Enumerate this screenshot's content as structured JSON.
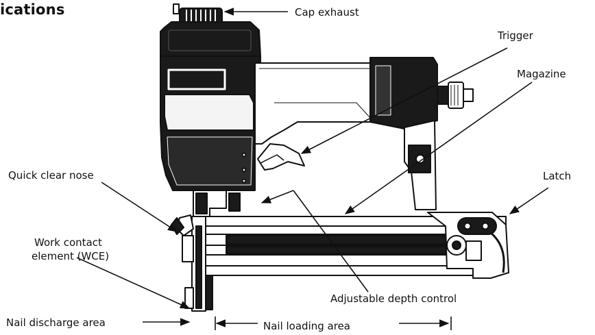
{
  "heading": "ications",
  "callouts": {
    "cap_exhaust": "Cap exhaust",
    "trigger": "Trigger",
    "magazine": "Magazine",
    "quick_clear_nose": "Quick clear nose",
    "latch": "Latch",
    "wce_line1": "Work contact",
    "wce_line2": "element (WCE)",
    "adjustable_depth_control": "Adjustable depth control",
    "nail_discharge_area": "Nail discharge area",
    "nail_loading_area": "Nail loading area"
  },
  "colors": {
    "ink": "#111111",
    "tool_dark": "#1a1a1a",
    "tool_light": "#ffffff",
    "background": "#ffffff"
  }
}
